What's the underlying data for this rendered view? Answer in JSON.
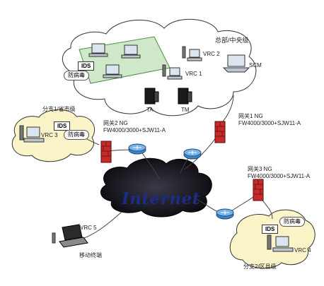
{
  "hq": {
    "title": "总部/中央级",
    "vrc2": "VRC 2",
    "vrc1": "VRC 1",
    "scm": "SCM",
    "ta": "TA",
    "tm": "TM",
    "ids": "IDS",
    "antivirus": "防病毒"
  },
  "branch1": {
    "title": "分支1/省市级",
    "ids": "IDS",
    "vrc3": "VRC 3",
    "antivirus": "防病毒"
  },
  "branch2": {
    "title": "分支2/区县级",
    "ids": "IDS",
    "vrc4": "VRC 4",
    "antivirus": "防病毒"
  },
  "gateway1": {
    "name": "网关1 NG",
    "model": "FW4000/3000+SJW11-A"
  },
  "gateway2": {
    "name": "网关2 NG",
    "model": "FW4000/3000+SJW11-A"
  },
  "gateway3": {
    "name": "网关3 NG",
    "model": "FW4000/3000+SJW11-A"
  },
  "internet": "Internet",
  "mobile": {
    "vrc5": "VRC 5",
    "label": "移动终端"
  },
  "colors": {
    "cloud_fill": "#ffffff",
    "lan_fill": "#cfe8c9",
    "branch_fill": "#fbf4c8",
    "internet_fill": "#0f0f14",
    "internet_text": "#1d2c86",
    "router": "#3f86c9",
    "firewall": "#c62b2b"
  }
}
